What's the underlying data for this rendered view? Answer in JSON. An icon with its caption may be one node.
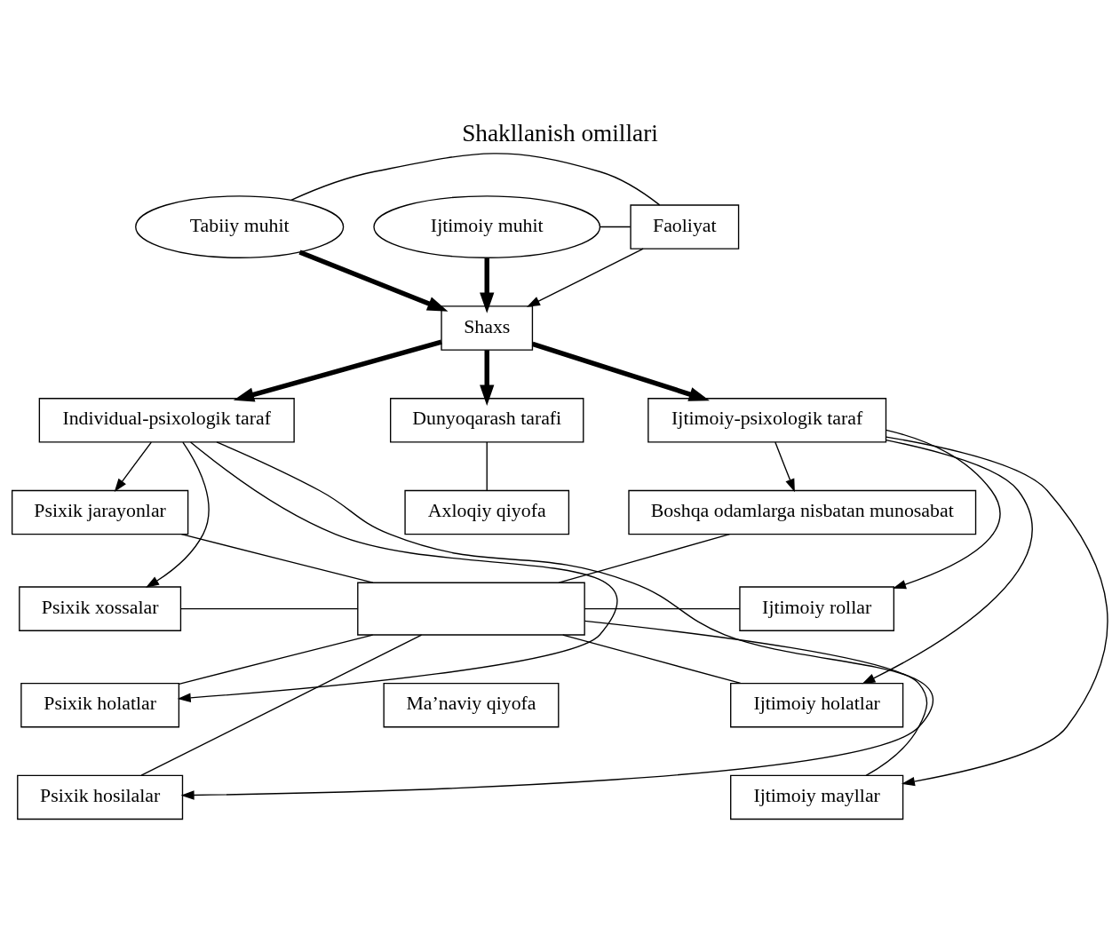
{
  "diagram": {
    "title": "Shakllanish omillari",
    "nodes": [
      {
        "text": [
          "Tabiiy muhit"
        ]
      },
      {
        "text": [
          "Ijtimoiy muhit"
        ]
      },
      {
        "text": [
          "Faoliyat"
        ]
      },
      {
        "text": [
          "Shaxs"
        ]
      },
      {
        "text": [
          "Individual-psixologik taraf"
        ]
      },
      {
        "text": [
          "Dunyoqarash tarafi"
        ]
      },
      {
        "text": [
          "Ijtimoiy-psixologik taraf"
        ]
      },
      {
        "text": [
          "Psixik jarayonlar"
        ]
      },
      {
        "text": [
          "Psixik xossalar"
        ]
      },
      {
        "text": [
          "Psixik holatlar"
        ]
      },
      {
        "text": [
          "Psixik hosilalar"
        ]
      },
      {
        "text": [
          "Axloqiy qiyofa"
        ]
      },
      {
        "text": [],
        "shape": "box"
      },
      {
        "text": [
          "Ma’naviy qiyofa"
        ]
      },
      {
        "text": [
          "Boshqa odamlarga nisbatan munosabat"
        ]
      },
      {
        "text": [
          "Ijtimoiy rollar"
        ]
      },
      {
        "text": [
          "Ijtimoiy holatlar"
        ]
      },
      {
        "text": [
          "Ijtimoiy mayllar"
        ]
      }
    ],
    "edges": [
      {
        "from": 0,
        "to": 2,
        "arrow": "none"
      },
      {
        "from": 1,
        "to": 2,
        "arrow": "none"
      },
      {
        "from": 0,
        "to": 3,
        "arrow": "to",
        "style": "thick"
      },
      {
        "from": 2,
        "to": 3,
        "arrow": "to"
      },
      {
        "from": 1,
        "to": 3,
        "arrow": "to",
        "style": "thick"
      },
      {
        "from": 3,
        "to": 4,
        "arrow": "to",
        "style": "thick"
      },
      {
        "from": 3,
        "to": 5,
        "arrow": "to",
        "style": "thick"
      },
      {
        "from": 3,
        "to": 6,
        "arrow": "to",
        "style": "thick"
      },
      {
        "from": 4,
        "to": 7,
        "arrow": "to"
      },
      {
        "from": 4,
        "to": 8,
        "arrow": "to"
      },
      {
        "from": 4,
        "to": 9,
        "arrow": "to"
      },
      {
        "from": 4,
        "to": 10,
        "arrow": "to"
      },
      {
        "from": 5,
        "to": 11,
        "arrow": "none"
      },
      {
        "from": 6,
        "to": 14,
        "arrow": "to"
      },
      {
        "from": 6,
        "to": 15,
        "arrow": "to"
      },
      {
        "from": 6,
        "to": 16,
        "arrow": "to"
      },
      {
        "from": 6,
        "to": 17,
        "arrow": "to"
      },
      {
        "from": 7,
        "to": 12,
        "arrow": "none"
      },
      {
        "from": 8,
        "to": 12,
        "arrow": "none"
      },
      {
        "from": 9,
        "to": 12,
        "arrow": "none"
      },
      {
        "from": 10,
        "to": 12,
        "arrow": "none"
      },
      {
        "from": 14,
        "to": 12,
        "arrow": "none"
      },
      {
        "from": 15,
        "to": 12,
        "arrow": "none"
      },
      {
        "from": 16,
        "to": 12,
        "arrow": "none"
      },
      {
        "from": 17,
        "to": 12,
        "arrow": "none"
      }
    ]
  }
}
